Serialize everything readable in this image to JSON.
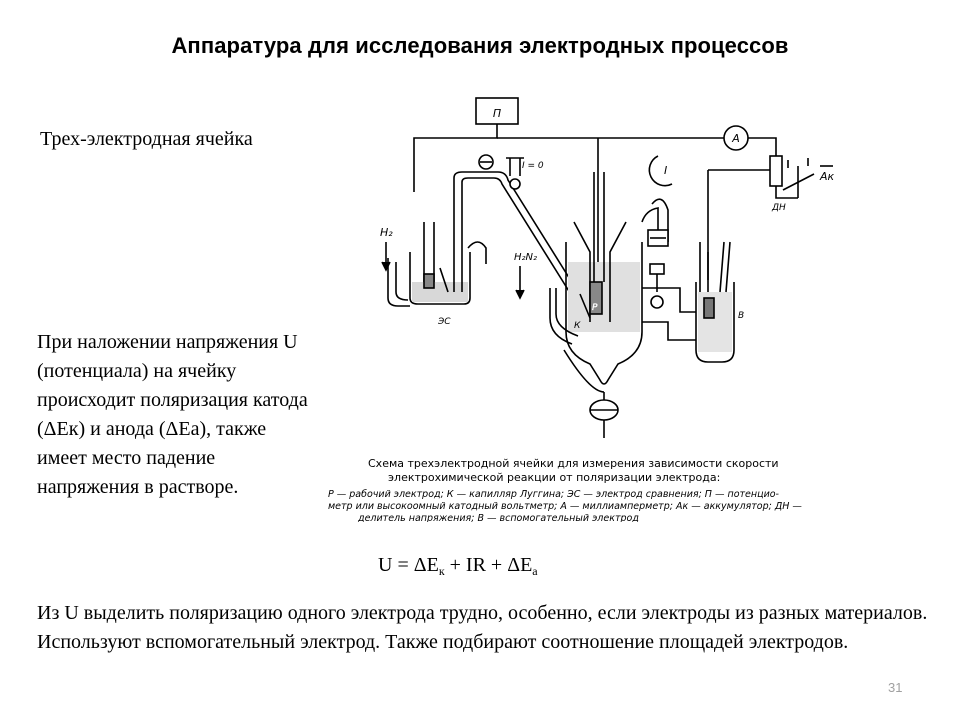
{
  "slide": {
    "title": "Аппаратура для исследования электродных процессов",
    "subtitle": "Трех-электродная ячейка",
    "body": "При наложении напряжения U (потенциала) на ячейку происходит поляризация катода (ΔЕк) и анода (ΔЕа), также имеет место падение напряжения в растворе.",
    "formula": {
      "part1": "U = ΔE",
      "sub1": "к",
      "part2": " + IR + ΔE",
      "sub2": "а"
    },
    "footer": "Из U выделить поляризацию одного электрода трудно, особенно, если электроды из разных материалов. Используют вспомогательный электрод. Также подбирают соотношение площадей электродов.",
    "page_number": "31"
  },
  "diagram": {
    "labels": {
      "potentiometer": "П",
      "ammeter": "А",
      "accumulator": "Ак",
      "divider": "ДН",
      "current": "I",
      "zero_current": "I = 0",
      "gas_h2": "H₂",
      "gas_h2n2": "H₂N₂",
      "reference": "ЭС",
      "working": "Р",
      "capillary": "К",
      "auxiliary": "В"
    },
    "caption": {
      "line1": "Схема трехэлектродной ячейки для измерения зависимости скорости",
      "line2": "электрохимической реакции от поляризации электрода:",
      "legend1": "Р — рабочий электрод; К — капилляр Луггина; ЭС — электрод сравнения; П — потенцио-",
      "legend2": "метр или высокоомный катодный вольтметр; А — миллиамперметр; Ак — аккумулятор; ДН —",
      "legend3": "делитель напряжения; В — вспомогательный электрод"
    }
  }
}
